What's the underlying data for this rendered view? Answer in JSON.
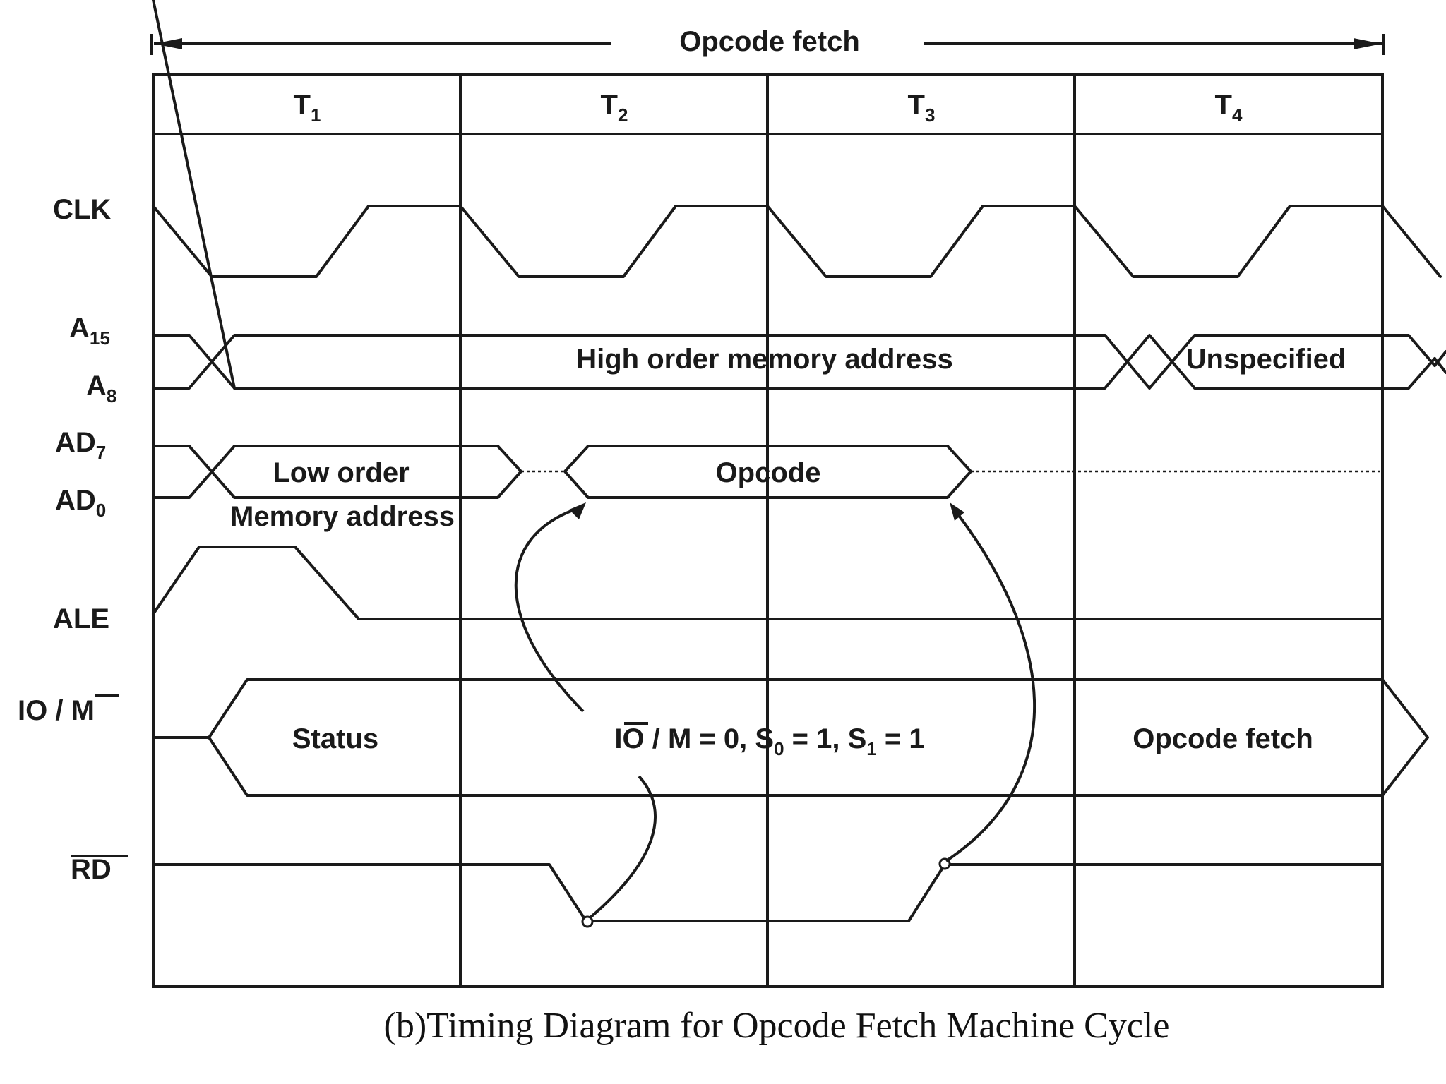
{
  "header": {
    "span_label": "Opcode fetch"
  },
  "states": [
    {
      "main": "T",
      "sub": "1"
    },
    {
      "main": "T",
      "sub": "2"
    },
    {
      "main": "T",
      "sub": "3"
    },
    {
      "main": "T",
      "sub": "4"
    }
  ],
  "signals": {
    "clk": "CLK",
    "a15": {
      "main": "A",
      "sub": "15"
    },
    "a8": {
      "main": "A",
      "sub": "8"
    },
    "ad7": {
      "main": "AD",
      "sub": "7"
    },
    "ad0": {
      "main": "AD",
      "sub": "0"
    },
    "ale": "ALE",
    "iom": {
      "prefix": "IO / ",
      "bar": "M"
    },
    "rd": "RD"
  },
  "bus_text": {
    "high_order": "High order memory address",
    "unspecified": "Unspecified",
    "low_order": "Low order",
    "memory_address": "Memory address",
    "opcode": "Opcode",
    "status": "Status",
    "status_values": {
      "p1": "IO / ",
      "bar": "M",
      "p2": " = 0, S",
      "s0": "0",
      "p3": " = 1, S",
      "s1": "1",
      "p4": " = 1"
    },
    "opcode_fetch": "Opcode fetch"
  },
  "caption": "(b)Timing Diagram for Opcode Fetch Machine Cycle"
}
